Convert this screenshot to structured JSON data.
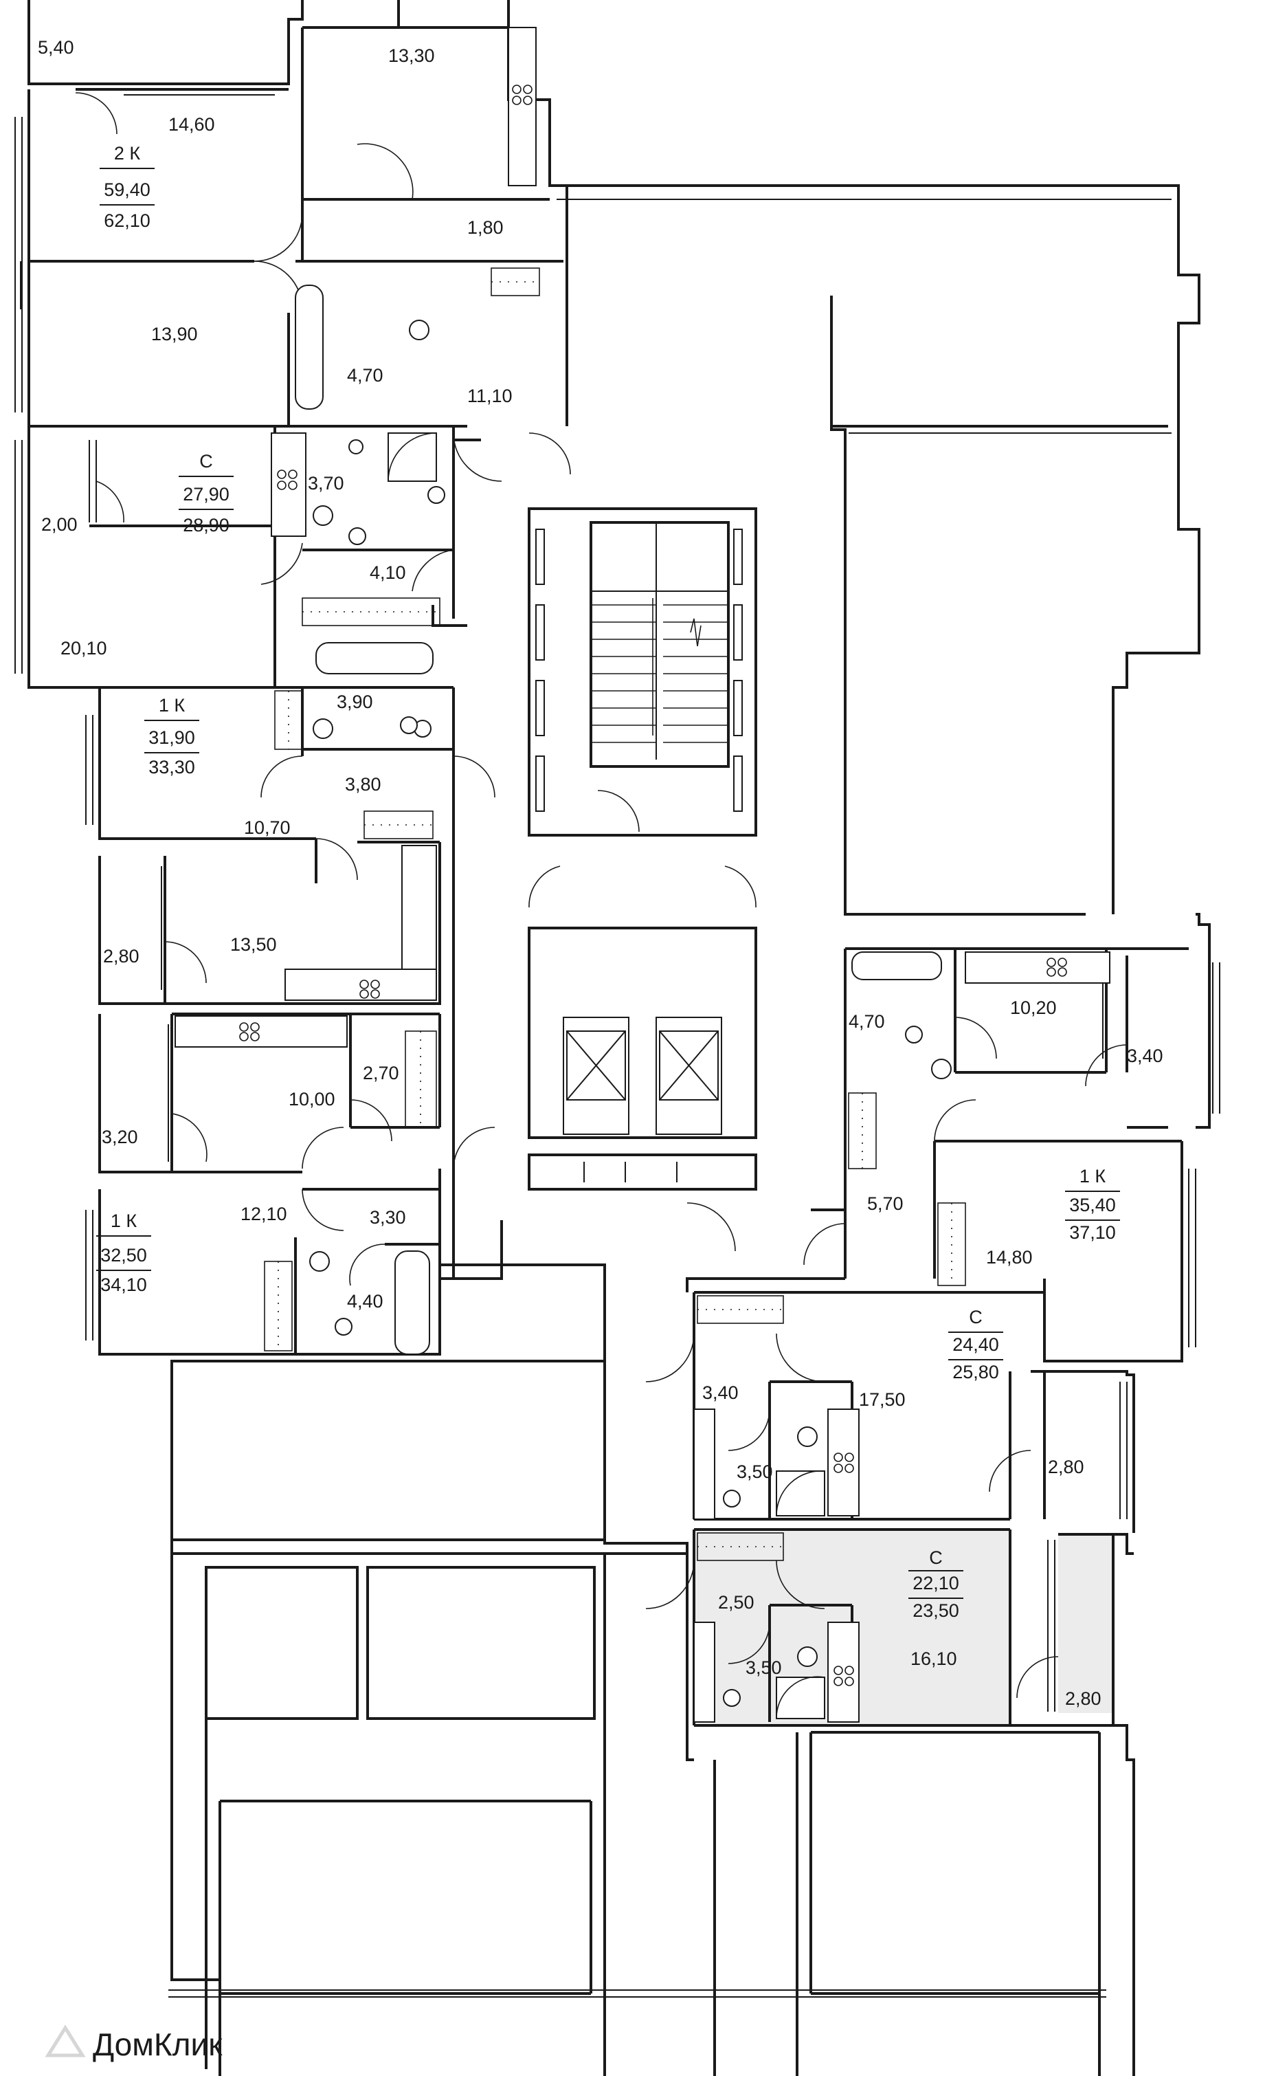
{
  "apartments": [
    {
      "id": "apt-2k",
      "type": "2 К",
      "living_area": "59,40",
      "total_area": "62,10"
    },
    {
      "id": "apt-studio-1",
      "type": "С",
      "living_area": "27,90",
      "total_area": "28,90"
    },
    {
      "id": "apt-1k-a",
      "type": "1 К",
      "living_area": "31,90",
      "total_area": "33,30"
    },
    {
      "id": "apt-1k-b",
      "type": "1 К",
      "living_area": "32,50",
      "total_area": "34,10"
    },
    {
      "id": "apt-1k-c",
      "type": "1 К",
      "living_area": "35,40",
      "total_area": "37,10"
    },
    {
      "id": "apt-studio-2",
      "type": "С",
      "living_area": "24,40",
      "total_area": "25,80"
    },
    {
      "id": "apt-studio-3",
      "type": "С",
      "living_area": "22,10",
      "total_area": "23,50",
      "highlighted": true
    }
  ],
  "rooms": [
    "5,40",
    "13,30",
    "14,60",
    "1,80",
    "13,90",
    "4,70",
    "11,10",
    "3,70",
    "2,00",
    "4,10",
    "20,10",
    "3,90",
    "3,80",
    "10,70",
    "13,50",
    "2,80",
    "2,70",
    "10,00",
    "3,20",
    "12,10",
    "3,30",
    "4,40",
    "4,70",
    "10,20",
    "3,40",
    "5,70",
    "14,80",
    "3,40",
    "17,50",
    "3,50",
    "2,80",
    "2,50",
    "3,50",
    "16,10",
    "2,80"
  ],
  "watermark": "ДомКлик",
  "colors": {
    "wall": "#1a1a1a",
    "highlight": "#ececec",
    "background": "#ffffff",
    "watermark": "#d6d6d6"
  }
}
